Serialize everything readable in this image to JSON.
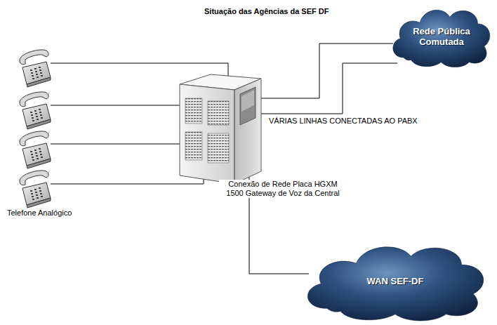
{
  "diagram": {
    "title": "Situação das Agências da SEF DF",
    "nodes": [
      {
        "text": [
          "Rede Pública Comutada"
        ]
      },
      {
        "text": [
          "WAN SEF-DF"
        ]
      }
    ],
    "labels": [
      "VÁRIAS LINHAS CONECTADAS AO PABX",
      "Conexão de Rede Placa HGXM 1500 Gateway de Voz da Central",
      "Telefone Analógico"
    ]
  }
}
